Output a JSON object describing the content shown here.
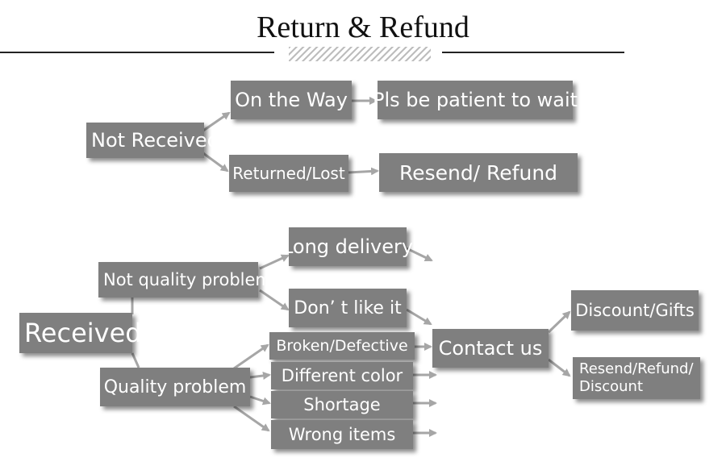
{
  "title": "Return & Refund",
  "colors": {
    "box": "#7f7f7f",
    "text": "#ffffff",
    "arrow": "#a6a6a6"
  },
  "nodes": {
    "not_received": "Not Received",
    "on_the_way": "On the Way",
    "be_patient": "Pls be patient to wait",
    "returned_lost": "Returned/Lost",
    "resend_refund": "Resend/ Refund",
    "received": "Received",
    "not_quality_problem": "Not quality problem",
    "long_delivery": "Long delivery",
    "dont_like_it": "Don’ t like it",
    "quality_problem": "Quality problem",
    "broken_defective": "Broken/Defective",
    "different_color": "Different color",
    "shortage": "Shortage",
    "wrong_items": "Wrong items",
    "contact_us": "Contact us",
    "discount_gifts": "Discount/Gifts",
    "resend_refund_discount": "Resend/Refund/ Discount"
  }
}
